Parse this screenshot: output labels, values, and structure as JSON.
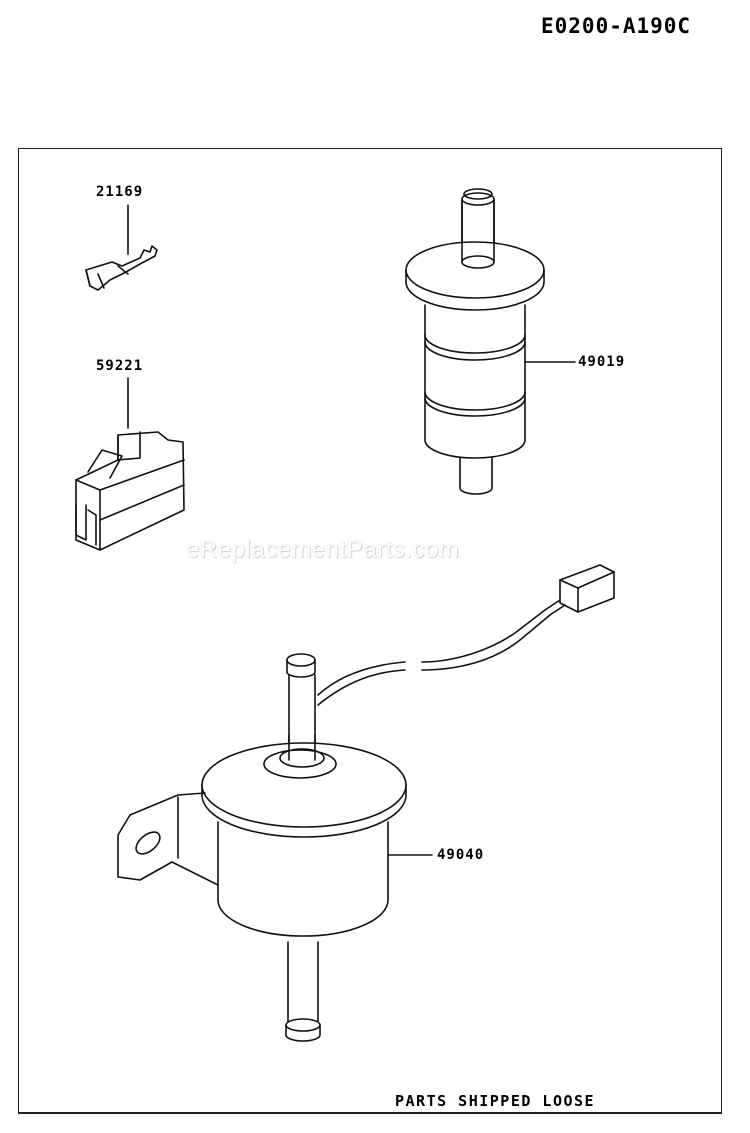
{
  "diagram": {
    "reference_code": "E0200-A190C",
    "footer_note": "PARTS SHIPPED LOOSE",
    "watermark": "eReplacementParts.com",
    "parts": [
      {
        "number": "21169",
        "description": "terminal-connector"
      },
      {
        "number": "59221",
        "description": "connector-housing"
      },
      {
        "number": "49019",
        "description": "fuel-filter"
      },
      {
        "number": "49040",
        "description": "fuel-pump"
      }
    ]
  }
}
